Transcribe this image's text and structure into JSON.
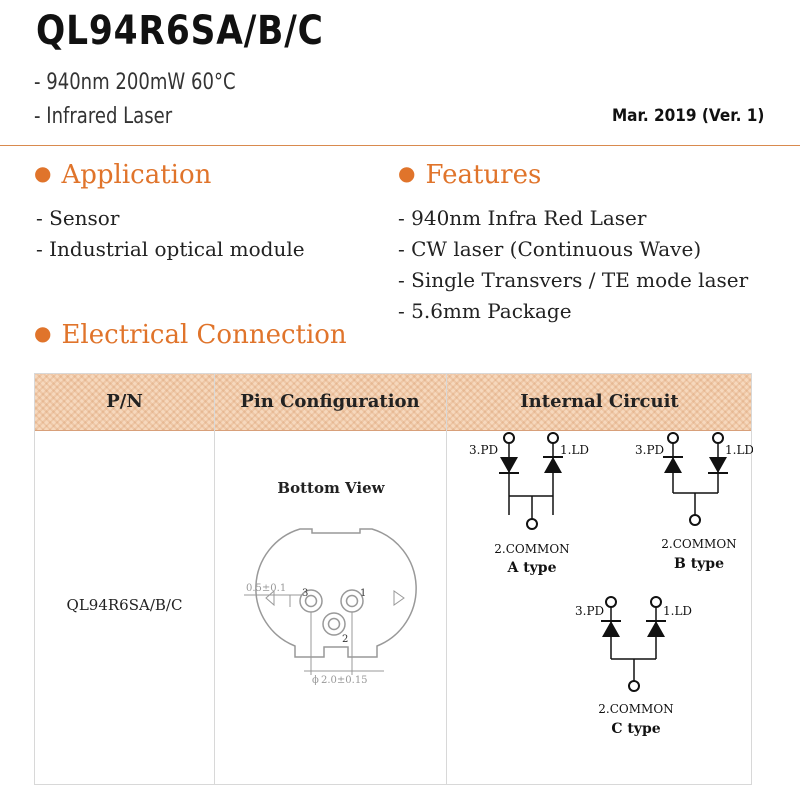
{
  "header": {
    "title": "QL94R6SA/B/C",
    "spec_line": "- 940nm 200mW 60°C",
    "type_line": "- Infrared Laser",
    "date": "Mar. 2019 (Ver. 1)"
  },
  "accent_color": "#e0742b",
  "application": {
    "heading": "Application",
    "items": [
      "- Sensor",
      "- Industrial optical module"
    ]
  },
  "features": {
    "heading": "Features",
    "items": [
      "- 940nm Infra Red Laser",
      "- CW laser (Continuous Wave)",
      "- Single Transvers / TE mode laser",
      "- 5.6mm Package"
    ]
  },
  "electrical": {
    "heading": "Electrical Connection",
    "columns": [
      "P/N",
      "Pin Configuration",
      "Internal Circuit"
    ],
    "part_number": "QL94R6SA/B/C",
    "pin_config": {
      "view_label": "Bottom View",
      "dim_pin_gap": "0.5±0.1",
      "dim_diameter": "2.0±0.15",
      "diameter_symbol": "ϕ",
      "pin_labels": [
        "3",
        "1",
        "2"
      ]
    },
    "circuit": {
      "pd_label": "3.PD",
      "ld_label": "1.LD",
      "common_label": "2.COMMON",
      "types": [
        "A type",
        "B type",
        "C type"
      ]
    }
  }
}
